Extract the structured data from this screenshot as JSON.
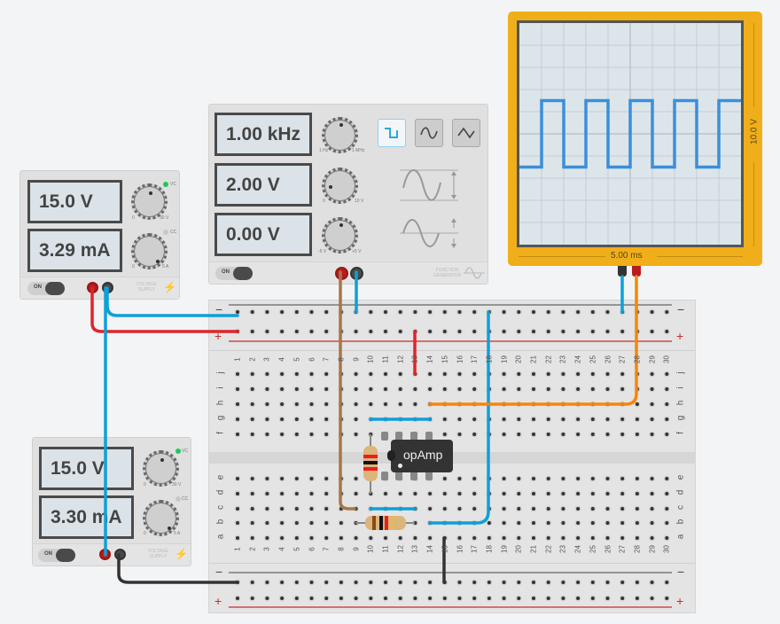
{
  "power_supply_1": {
    "voltage_display": "15.0 V",
    "current_display": "3.29 mA",
    "voltage_knob_min": "0",
    "voltage_knob_max": "30 V",
    "current_knob_min": "0",
    "current_knob_max": "5 A",
    "cv_label": "VC",
    "cc_label": "CC",
    "cv_led_color": "#22c55e",
    "cc_led_color": "#c8c8c8",
    "toggle_label": "ON",
    "device_label_1": "VOLTAGE",
    "device_label_2": "SUPPLY",
    "voltage_knob_level": 0.5,
    "current_knob_level": 0.0
  },
  "power_supply_2": {
    "voltage_display": "15.0 V",
    "current_display": "3.30 mA",
    "voltage_knob_min": "0",
    "voltage_knob_max": "30 V",
    "current_knob_min": "0",
    "current_knob_max": "5 A",
    "cv_label": "VC",
    "cc_label": "CC",
    "cv_led_color": "#22c55e",
    "cc_led_color": "#c8c8c8",
    "toggle_label": "ON",
    "device_label_1": "VOLTAGE",
    "device_label_2": "SUPPLY"
  },
  "function_generator": {
    "frequency_display": "1.00 kHz",
    "amplitude_display": "2.00 V",
    "offset_display": "0.00 V",
    "freq_knob_min": "1 Hz",
    "freq_knob_max": "1 MHz",
    "amp_knob_min": "0",
    "amp_knob_max": "10 V",
    "offset_knob_min": "-5 V",
    "offset_knob_max": "+5 V",
    "waveforms": [
      {
        "name": "square",
        "selected": true
      },
      {
        "name": "sine",
        "selected": false
      },
      {
        "name": "triangle",
        "selected": false
      }
    ],
    "toggle_label": "ON",
    "device_label_1": "FUNCTION",
    "device_label_2": "GENERATOR",
    "accent_color": "#29a8e0"
  },
  "oscilloscope": {
    "time_per_screen": "5.00 ms",
    "volts_per_screen": "10.0 V",
    "frame_color": "#f0ae1a",
    "trace_color": "#3b8fd9",
    "trace": {
      "type": "square",
      "high_div": 3.5,
      "low_div": 6.5,
      "start_div": 0,
      "first_rise_div": 1.0,
      "half_period_div": 1.0
    }
  },
  "breadboard": {
    "columns": [
      "1",
      "2",
      "3",
      "4",
      "5",
      "6",
      "7",
      "8",
      "9",
      "10",
      "11",
      "12",
      "13",
      "14",
      "15",
      "16",
      "17",
      "18",
      "19",
      "20",
      "21",
      "22",
      "23",
      "24",
      "25",
      "26",
      "27",
      "28",
      "29",
      "30"
    ],
    "top_rows": [
      "j",
      "i",
      "h",
      "g",
      "f"
    ],
    "bottom_rows": [
      "e",
      "d",
      "c",
      "b",
      "a"
    ],
    "rail_minus": "−",
    "rail_plus": "+",
    "component_ic_label": "opAmp"
  },
  "wire_colors": {
    "red": "#e0242b",
    "blue": "#0ea0d8",
    "black": "#333333",
    "brown": "#a6764a",
    "orange": "#f5860c"
  }
}
